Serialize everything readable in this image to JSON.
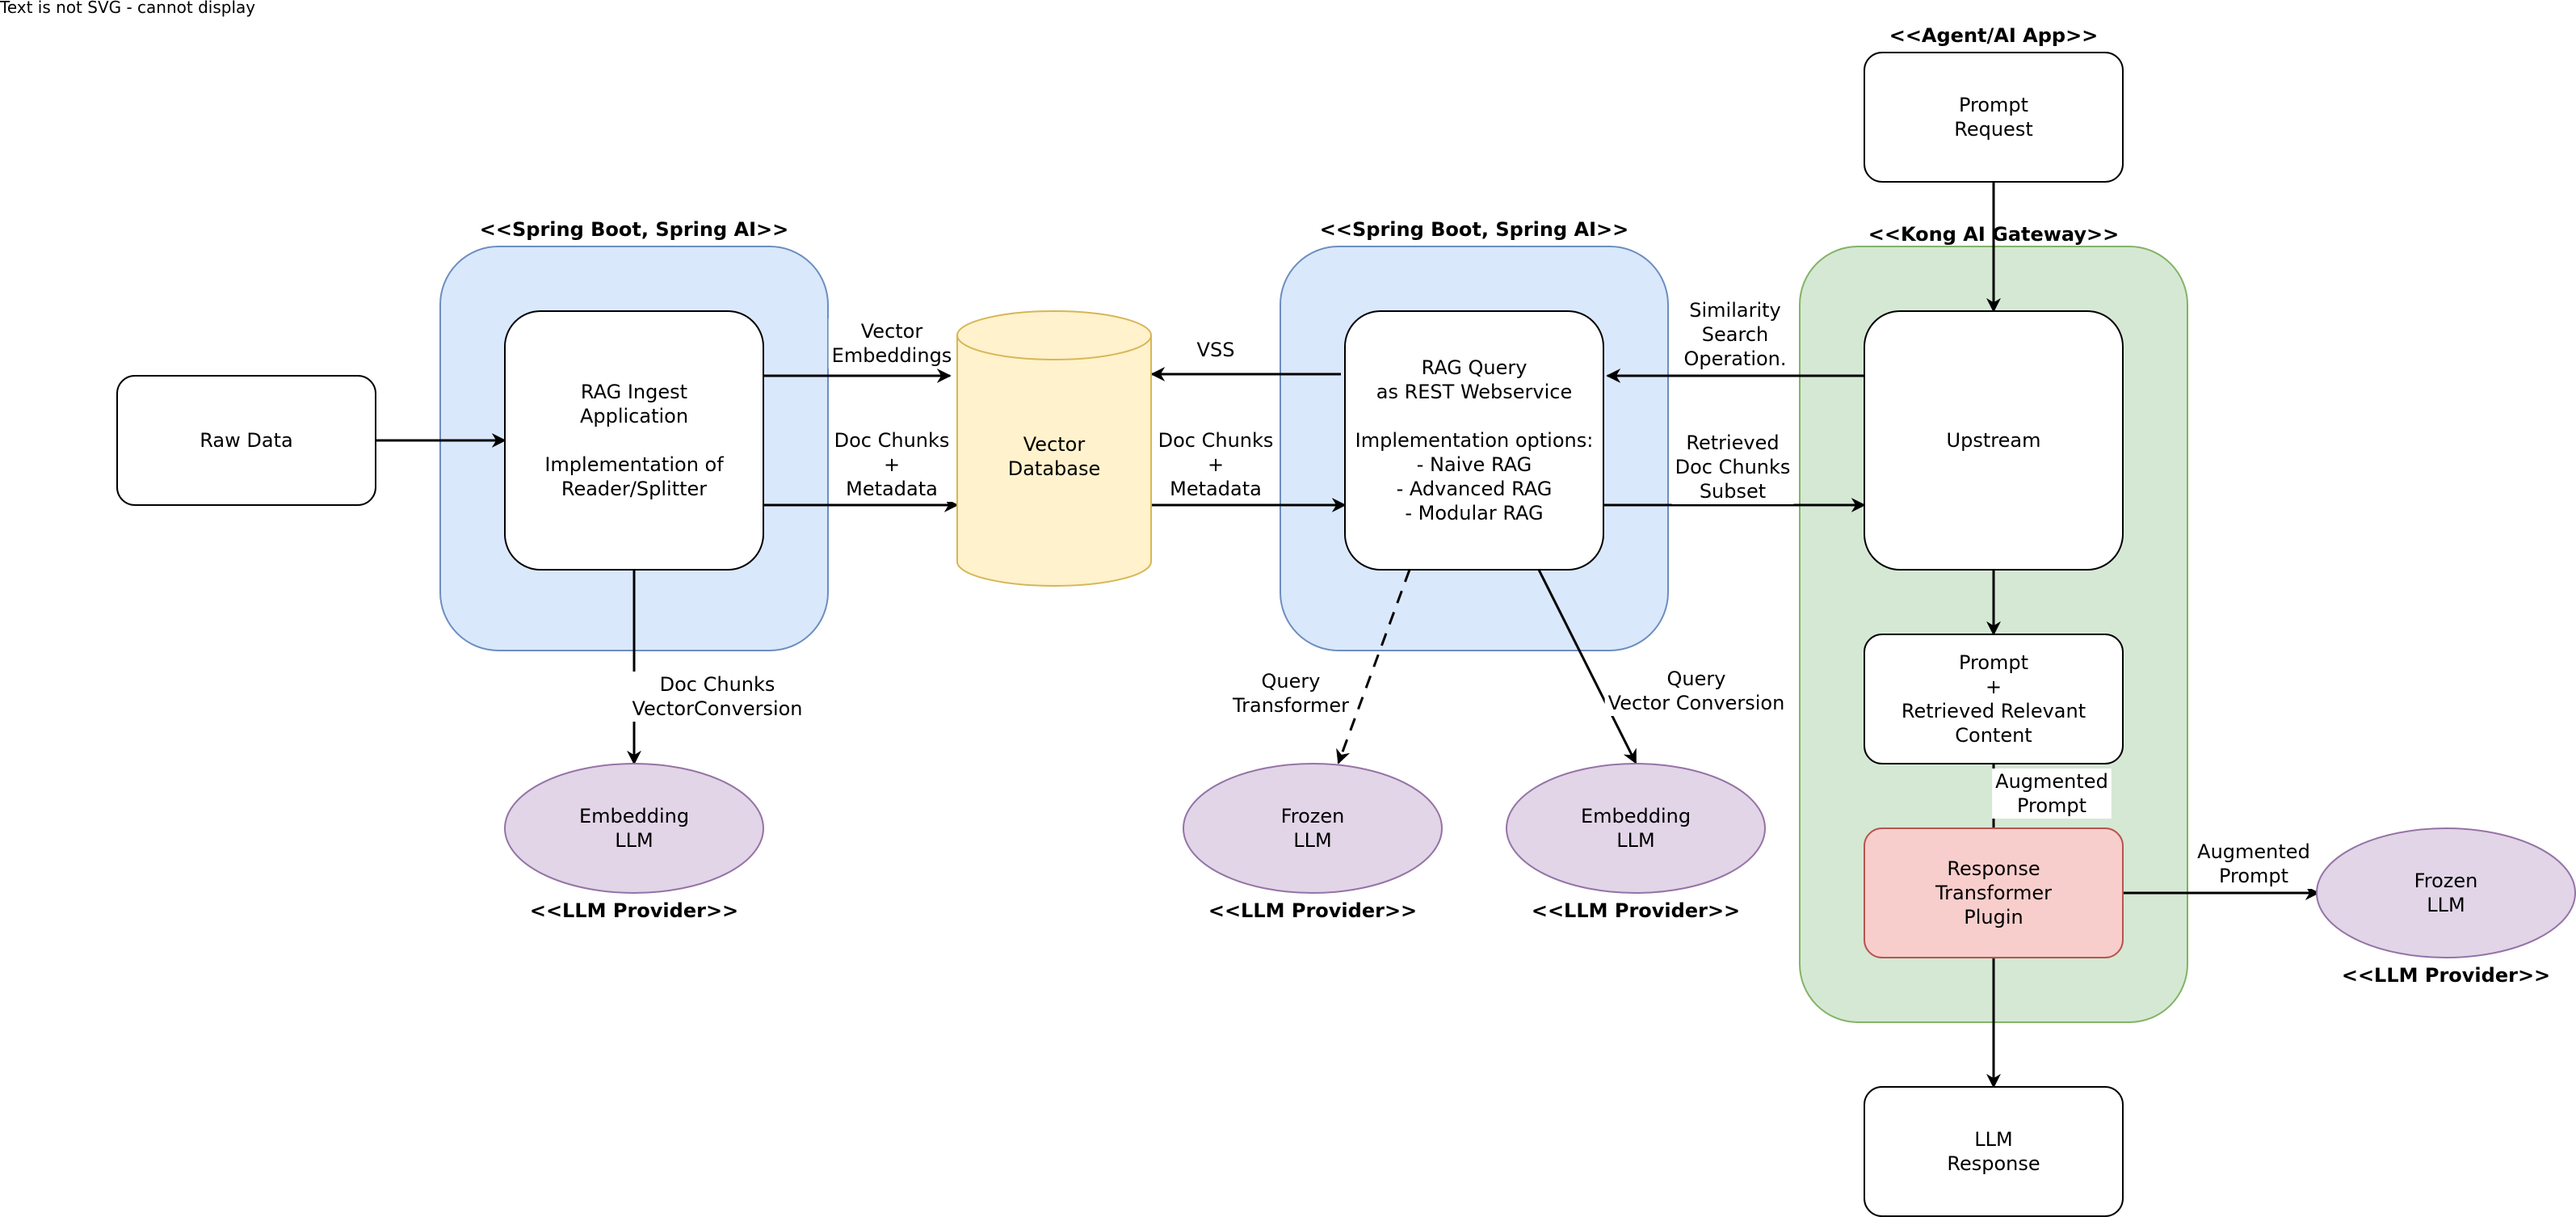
{
  "top_notice": "Text is not SVG - cannot display",
  "colors": {
    "spring_fill": "#dae8fc",
    "spring_stroke": "#6c8ebf",
    "kong_fill": "#d5e8d4",
    "kong_stroke": "#82b366",
    "db_fill": "#fff2cc",
    "db_stroke": "#d6b656",
    "llm_fill": "#e1d5e7",
    "llm_stroke": "#9673a6",
    "plugin_fill": "#f8cecc",
    "plugin_stroke": "#b85450"
  },
  "groups": {
    "ingest": {
      "stereotype": "<<Spring Boot, Spring AI>>"
    },
    "query": {
      "stereotype": "<<Spring Boot, Spring AI>>"
    },
    "kong": {
      "stereotype": "<<Kong AI Gateway>>"
    },
    "agent": {
      "stereotype": "<<Agent/AI App>>"
    }
  },
  "nodes": {
    "raw_data": [
      "Raw Data"
    ],
    "rag_ingest": [
      "RAG Ingest",
      "Application",
      "",
      "Implementation of",
      "Reader/Splitter"
    ],
    "vector_db": [
      "Vector",
      "Database"
    ],
    "rag_query": [
      "RAG Query",
      "as REST Webservice",
      "",
      "Implementation options:",
      "- Naive RAG",
      "- Advanced RAG",
      "- Modular RAG"
    ],
    "prompt_request": [
      "Prompt",
      "Request"
    ],
    "upstream": [
      "Upstream"
    ],
    "prompt_content": [
      "Prompt",
      "+",
      "Retrieved Relevant",
      "Content"
    ],
    "response_plugin": [
      "Response",
      "Transformer",
      "Plugin"
    ],
    "llm_response": [
      "LLM",
      "Response"
    ],
    "embedding_llm_1": [
      "Embedding",
      "LLM"
    ],
    "frozen_llm_1": [
      "Frozen",
      "LLM"
    ],
    "embedding_llm_2": [
      "Embedding",
      "LLM"
    ],
    "frozen_llm_2": [
      "Frozen",
      "LLM"
    ]
  },
  "providers": {
    "p1": "<<LLM Provider>>",
    "p2": "<<LLM Provider>>",
    "p3": "<<LLM Provider>>",
    "p4": "<<LLM Provider>>"
  },
  "edge_labels": {
    "vector_embeddings": [
      "Vector",
      "Embeddings"
    ],
    "doc_chunks_1": [
      "Doc Chunks",
      "+",
      "Metadata"
    ],
    "vss": [
      "VSS"
    ],
    "doc_chunks_2": [
      "Doc Chunks",
      "+",
      "Metadata"
    ],
    "similarity_search": [
      "Similarity",
      "Search",
      "Operation."
    ],
    "retrieved_subset": [
      "Retrieved",
      "Doc Chunks",
      "Subset"
    ],
    "doc_chunks_conversion": [
      "Doc Chunks",
      "VectorConversion"
    ],
    "query_transformer": [
      "Query",
      "Transformer"
    ],
    "query_vector_conversion": [
      "Query",
      "Vector Conversion"
    ],
    "augmented_prompt_1": [
      "Augmented",
      "Prompt"
    ],
    "augmented_prompt_2": [
      "Augmented",
      "Prompt"
    ]
  }
}
